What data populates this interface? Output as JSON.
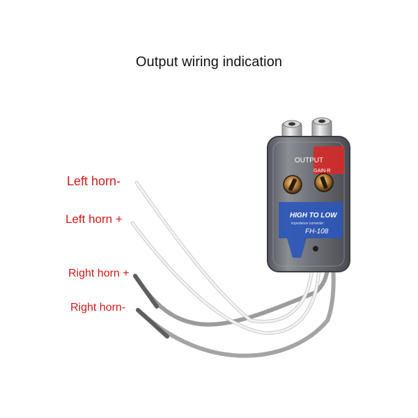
{
  "heading": "Output wiring indication",
  "wire_labels": {
    "left_horn_minus": "Left horn-",
    "left_horn_plus": "Left horn +",
    "right_horn_plus": "Right horn +",
    "right_horn_minus": "Right horn-"
  },
  "device": {
    "output_label": "OUTPUT",
    "gain_label": "GAIN-R",
    "brand_line": "HIGH TO LOW",
    "sub_line": "impedance converter",
    "model": "FH-108"
  },
  "colors": {
    "label_red": "#d21818",
    "heading": "#111111",
    "body_smoke": "#6e7077",
    "sticker_blue": "#2d57b8",
    "sticker_red": "#d62a2a",
    "wire_gray": "#9c9c9c",
    "wire_white": "#f2f2f2"
  }
}
